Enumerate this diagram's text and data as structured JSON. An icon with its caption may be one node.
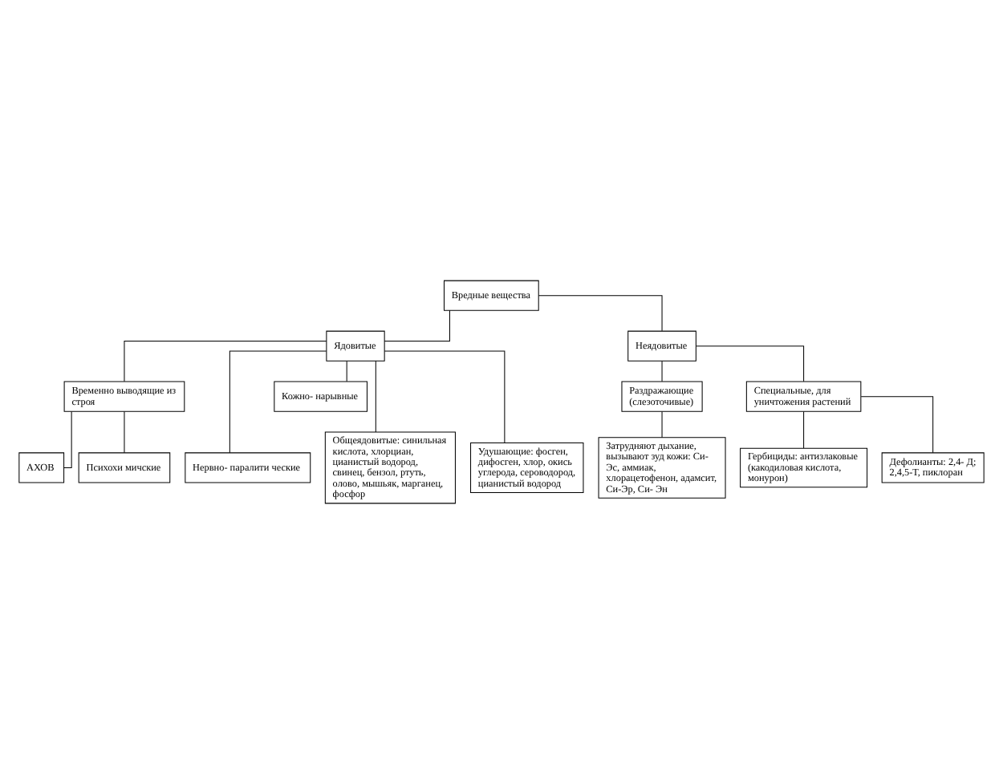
{
  "diagram": {
    "nodes": [
      {
        "text": [
          "Вредные вещества"
        ]
      },
      {
        "text": [
          "Ядовитые"
        ]
      },
      {
        "text": [
          "Неядовитые"
        ]
      },
      {
        "text": [
          "Временно выводящие из строя"
        ]
      },
      {
        "text": [
          "Раздражающие (слезоточивые)"
        ]
      },
      {
        "text": [
          "Специальные, для уничтожения растений"
        ]
      },
      {
        "text": [
          "Нервно- паралити ческие"
        ]
      },
      {
        "text": [
          "АХОВ"
        ]
      },
      {
        "text": [
          "Психохи мичские"
        ]
      },
      {
        "text": [
          "Затрудняют дыхание, вызывают зуд кожи: Си-Эс, аммиак, хлорацетофенон, адамсит, Си-Эр, Си- Эн"
        ]
      },
      {
        "text": [
          "Гербициды: антизлаковые (какодиловая кислота, монурон)"
        ]
      },
      {
        "text": [
          "Кожно- нарывные"
        ]
      },
      {
        "text": [
          "Общеядовитые: синильная кислота, хлорциан, цианистый водород, свинец, бензол, ртуть, олово, мышьяк, марганец, фосфор"
        ]
      },
      {
        "text": [
          "Удушающие: фосген, дифосген, хлор, окись углерода, сероводород, цианистый водород"
        ]
      },
      {
        "text": [
          "Дефолианты: 2,4- Д; 2,4,5-Т, пиклоран"
        ]
      }
    ],
    "edges": [
      {
        "from": 0,
        "to": 1,
        "arrow": "none"
      },
      {
        "from": 0,
        "to": 2,
        "arrow": "none"
      },
      {
        "from": 1,
        "to": 6,
        "arrow": "none"
      },
      {
        "from": 1,
        "to": 3,
        "arrow": "none"
      },
      {
        "from": 1,
        "to": 11,
        "arrow": "none"
      },
      {
        "from": 1,
        "to": 12,
        "arrow": "none"
      },
      {
        "from": 1,
        "to": 13,
        "arrow": "none"
      },
      {
        "from": 3,
        "to": 7,
        "arrow": "none"
      },
      {
        "from": 3,
        "to": 8,
        "arrow": "none"
      },
      {
        "from": 2,
        "to": 4,
        "arrow": "none"
      },
      {
        "from": 2,
        "to": 5,
        "arrow": "none"
      },
      {
        "from": 4,
        "to": 9,
        "arrow": "none"
      },
      {
        "from": 5,
        "to": 10,
        "arrow": "none"
      },
      {
        "from": 5,
        "to": 14,
        "arrow": "none"
      }
    ]
  }
}
